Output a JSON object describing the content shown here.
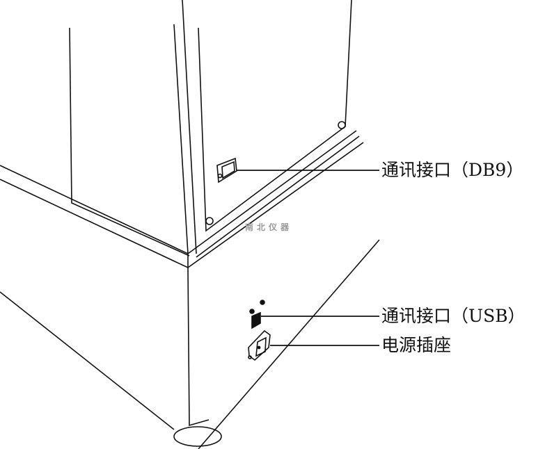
{
  "labels": {
    "db9": "通讯接口（DB9）",
    "usb": "通讯接口（USB）",
    "power": "电源插座"
  },
  "watermark": "南北仪器"
}
